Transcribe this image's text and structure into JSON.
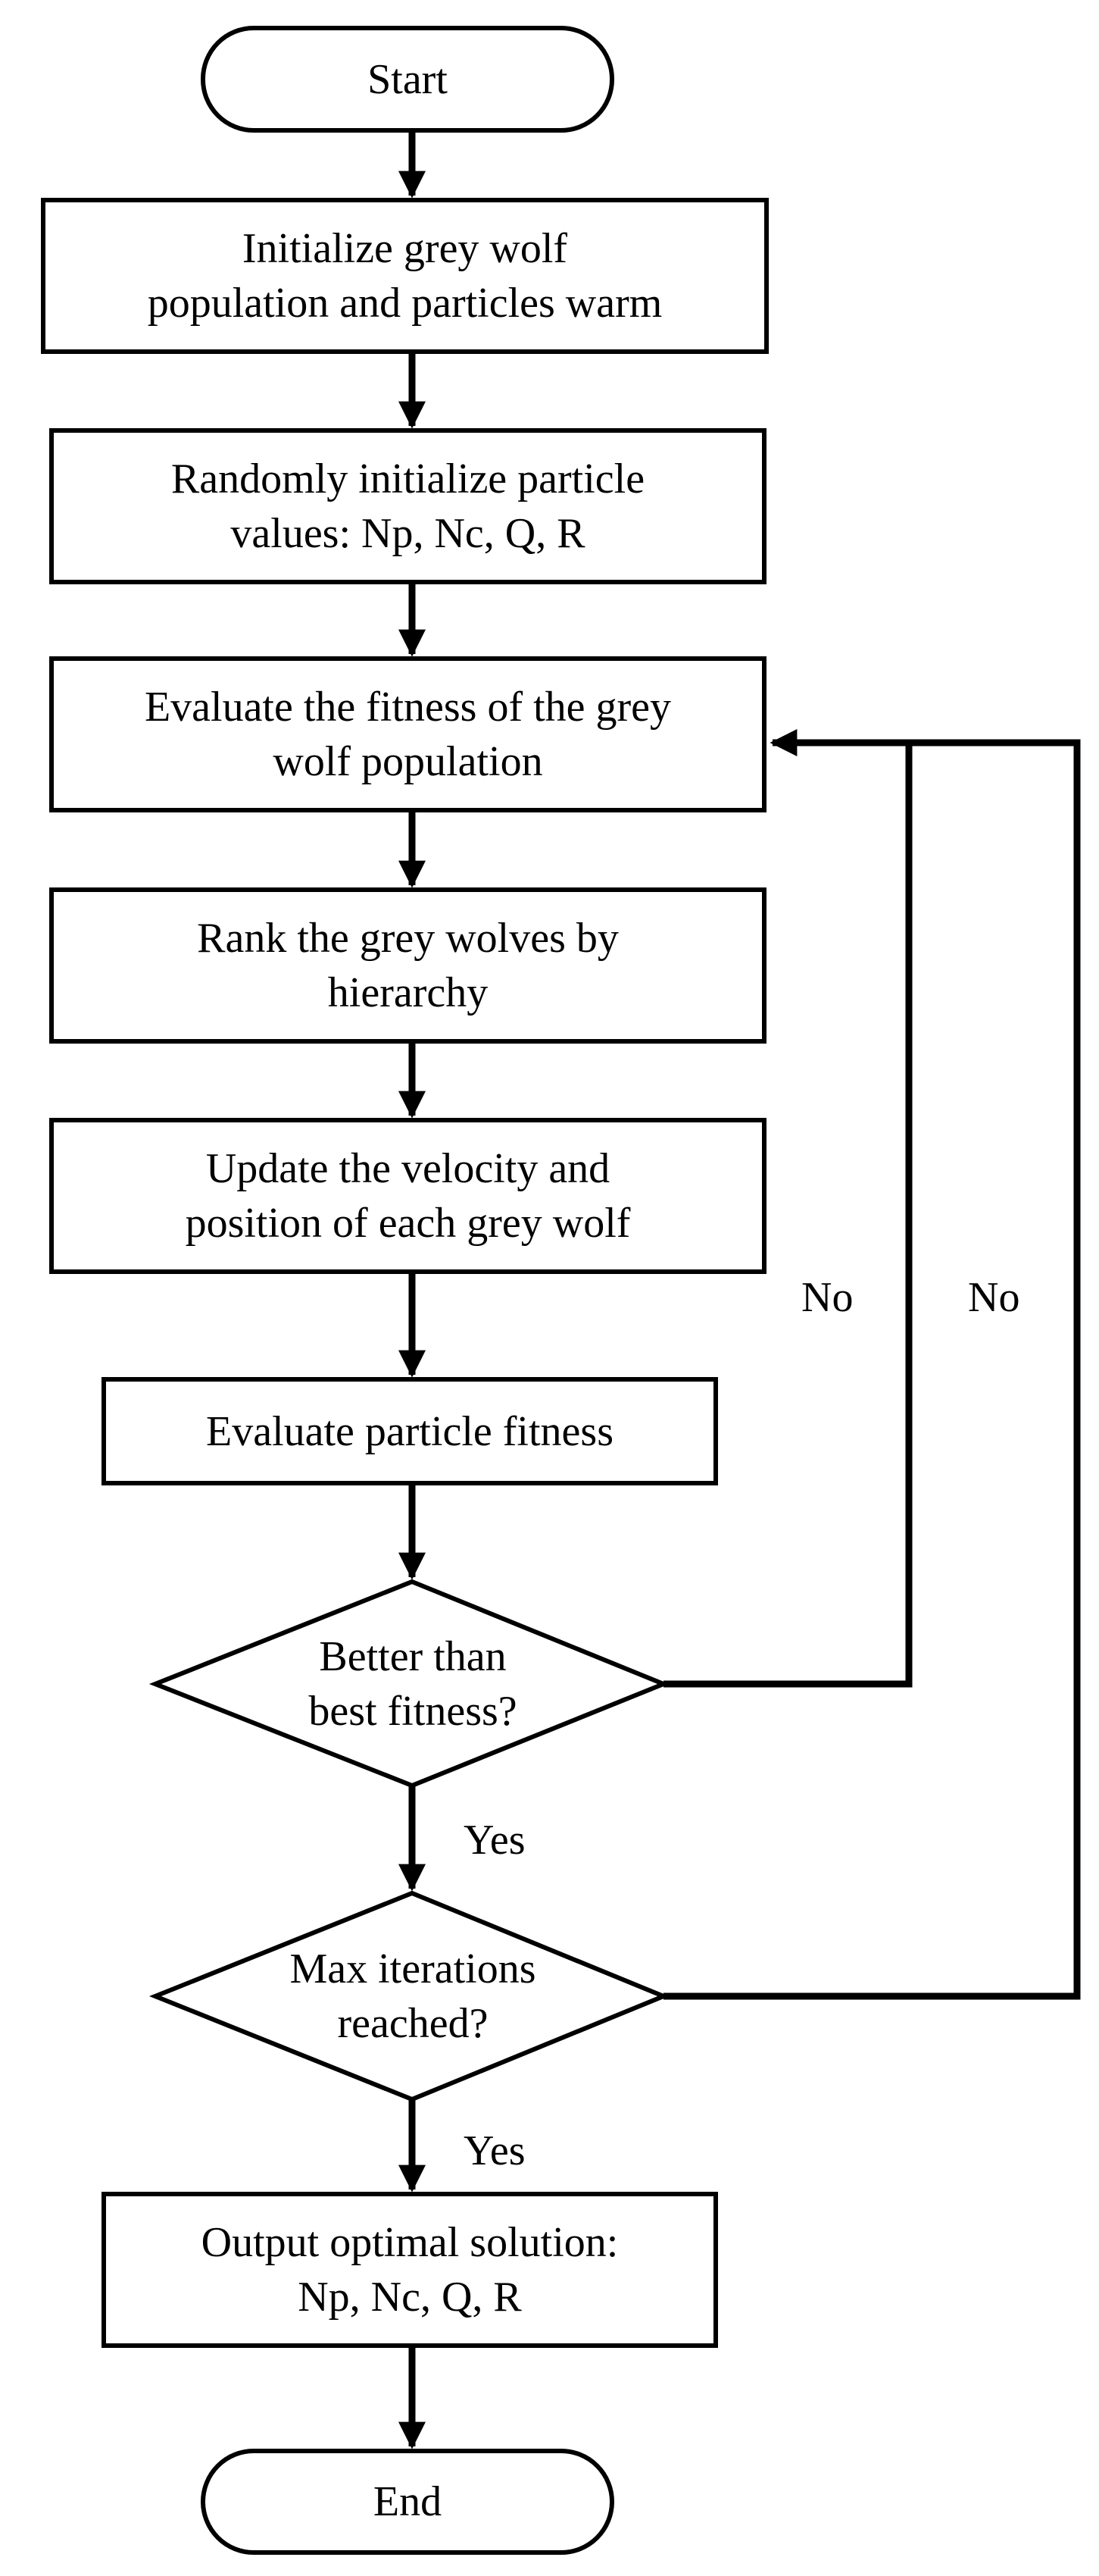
{
  "nodes": {
    "start": "Start",
    "init_population": "Initialize grey wolf\npopulation and particles warm",
    "random_init": "Randomly initialize particle\nvalues: Np, Nc, Q, R",
    "evaluate_population": "Evaluate the fitness of the grey\nwolf population",
    "rank_wolves": "Rank the grey wolves by\nhierarchy",
    "update_velocity": "Update the velocity and\nposition of each grey wolf",
    "evaluate_particle": "Evaluate particle fitness",
    "decision_better": "Better than\nbest fitness?",
    "decision_max": "Max iterations\nreached?",
    "output_solution": "Output optimal solution:\nNp, Nc, Q, R",
    "end": "End"
  },
  "edge_labels": {
    "no_inner": "No",
    "no_outer": "No",
    "yes_better": "Yes",
    "yes_max": "Yes"
  },
  "colors": {
    "stroke": "#000000",
    "fill": "#ffffff"
  }
}
